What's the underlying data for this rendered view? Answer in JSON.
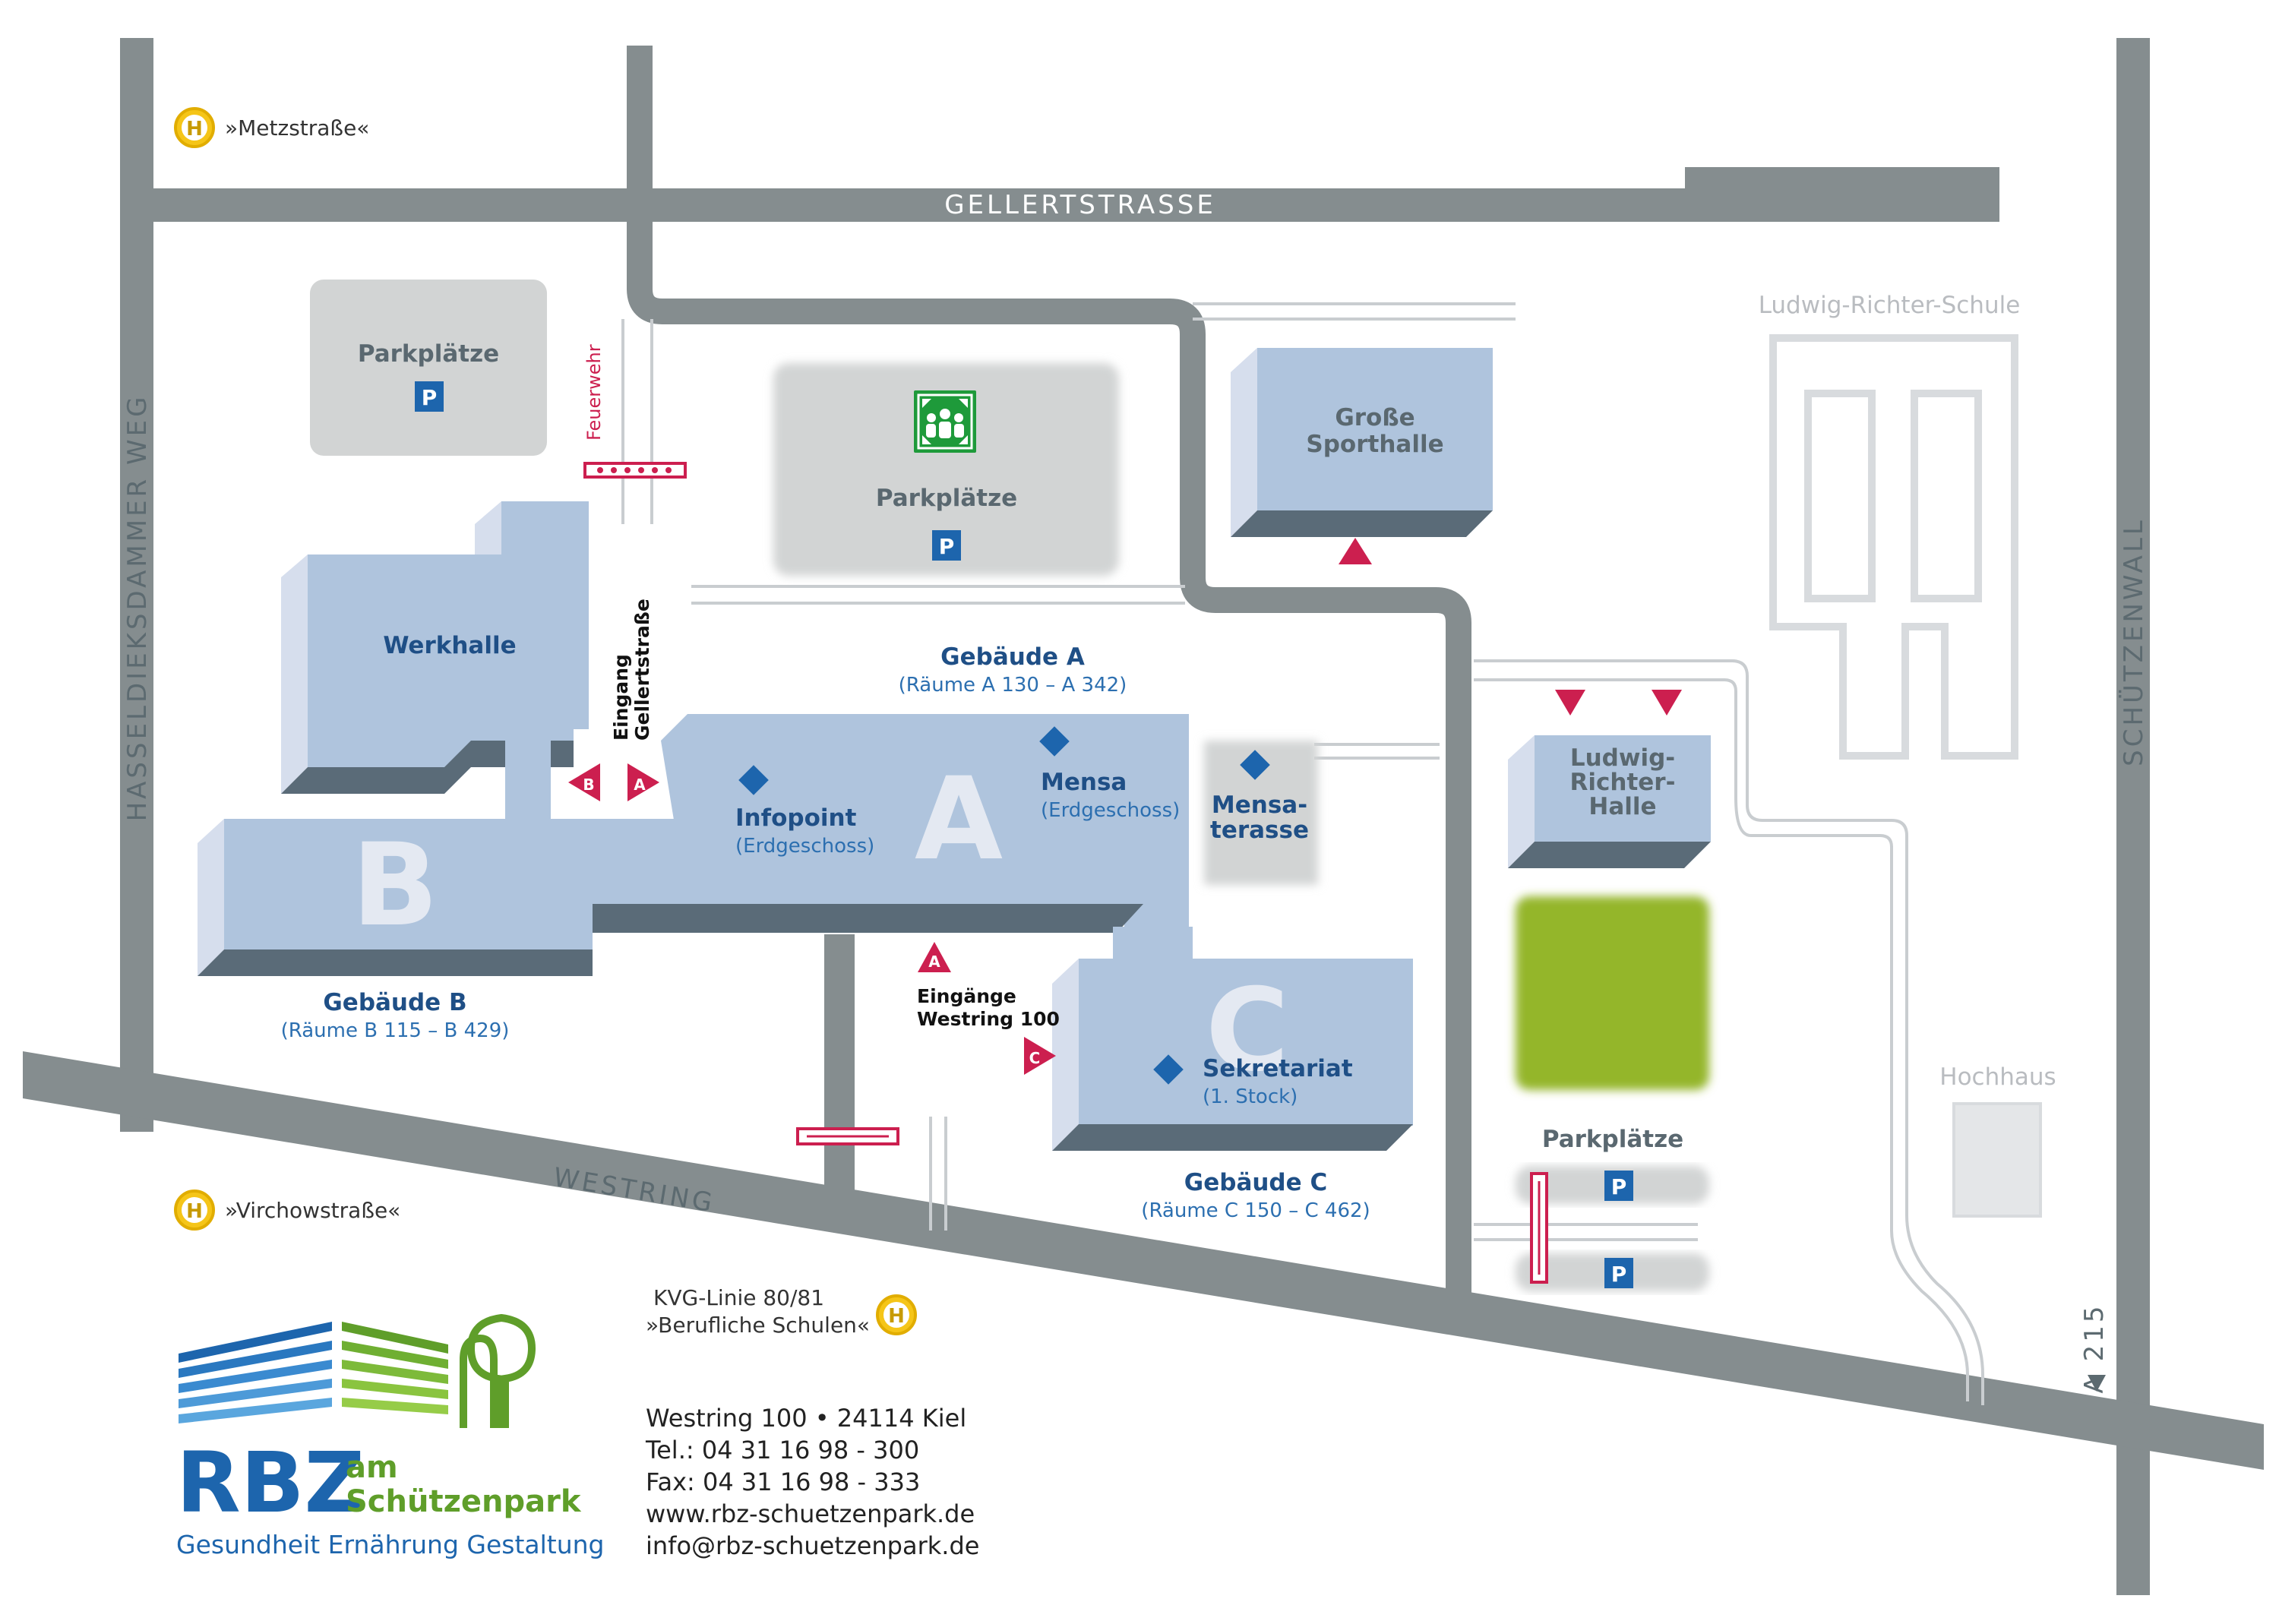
{
  "streets": {
    "gellertstrasse": "GELLERTSTRASSE",
    "hasseldieksdammer_weg": "HASSELDIEKSDAMMER WEG",
    "schuetzenwall": "SCHÜTZENWALL",
    "westring": "WESTRING",
    "a215": "A 215"
  },
  "bus_stops": {
    "metzstrasse": "»Metzstraße«",
    "virchowstrasse": "»Virchowstraße«",
    "kvg_line": "KVG-Linie 80/81",
    "berufliche_schulen": "»Berufliche Schulen«"
  },
  "parking": {
    "top_left_label": "Parkplätze",
    "center_label": "Parkplätze",
    "right_label": "Parkplätze",
    "p_symbol": "P"
  },
  "labels": {
    "feuerwehr": "Feuerwehr",
    "werkhalle": "Werkhalle",
    "grosse_sporthalle_1": "Große",
    "grosse_sporthalle_2": "Sporthalle",
    "ludwig_richter_schule": "Ludwig-Richter-Schule",
    "ludwig_richter_halle_1": "Ludwig-",
    "ludwig_richter_halle_2": "Richter-",
    "ludwig_richter_halle_3": "Halle",
    "hochhaus": "Hochhaus",
    "eingang_1": "Eingang",
    "eingang_2": "Gellertstraße",
    "eingaenge_1": "Eingänge",
    "eingaenge_2": "Westring 100",
    "letter_a": "A",
    "letter_b": "B",
    "letter_c": "C"
  },
  "buildings": {
    "a_title": "Gebäude A",
    "a_rooms": "(Räume A 130 – A 342)",
    "b_title": "Gebäude B",
    "b_rooms": "(Räume B 115 – B 429)",
    "c_title": "Gebäude C",
    "c_rooms": "(Räume C 150 – C 462)"
  },
  "pois": {
    "infopoint": "Infopoint",
    "infopoint_floor": "(Erdgeschoss)",
    "mensa": "Mensa",
    "mensa_floor": "(Erdgeschoss)",
    "mensaterasse_1": "Mensa-",
    "mensaterasse_2": "terasse",
    "sekretariat": "Sekretariat",
    "sekretariat_floor": "(1. Stock)"
  },
  "logo": {
    "rbz": "RBZ",
    "am": "am",
    "schuetzenpark": "Schützenpark",
    "tagline": "Gesundheit Ernährung Gestaltung"
  },
  "contact": {
    "address": "Westring 100 • 24114 Kiel",
    "tel": "Tel.: 04 31 16 98 - 300",
    "fax": "Fax: 04 31 16 98 - 333",
    "web": "www.rbz-schuetzenpark.de",
    "email": "info@rbz-schuetzenpark.de"
  },
  "colors": {
    "road": "#858d8f",
    "building": "#afc4dd",
    "building_shadow": "#5a6b78",
    "parking": "#d2d4d4",
    "accent_red": "#cc1f4f",
    "info_blue": "#1d65ad",
    "green_field": "#94b62c",
    "bus_yellow": "#f5c518"
  }
}
